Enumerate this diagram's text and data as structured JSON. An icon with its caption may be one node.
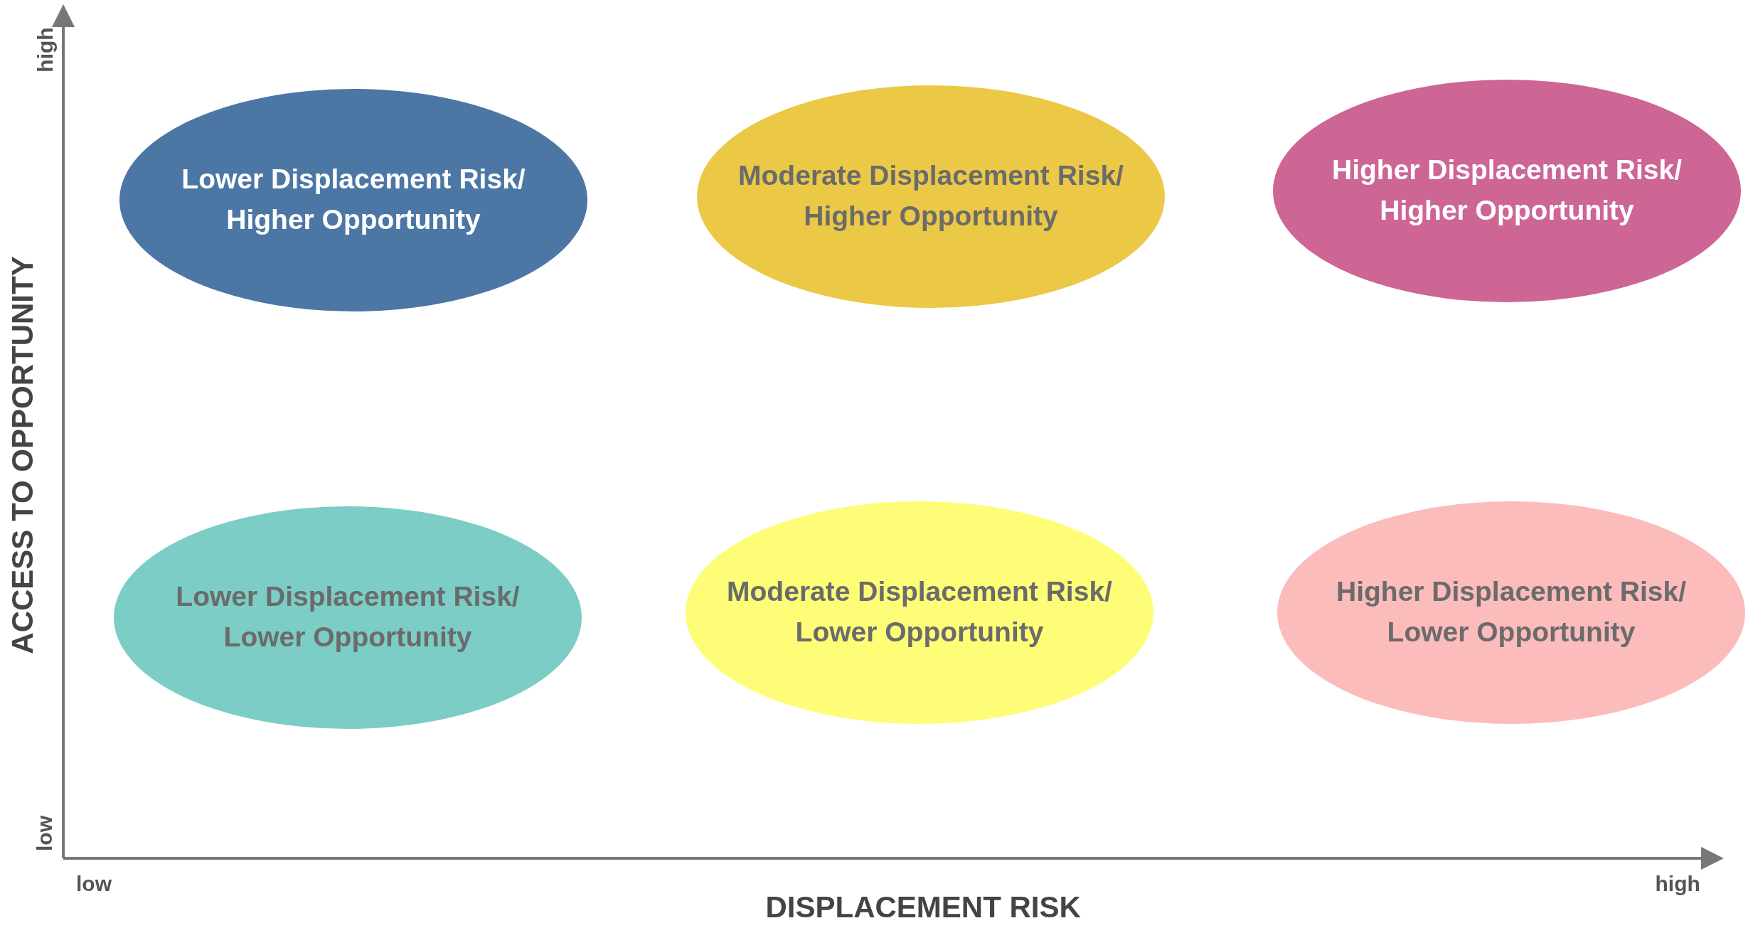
{
  "diagram": {
    "nodes": [
      {
        "text": [
          "Lower Displacement Risk/ Higher Opportunity"
        ]
      },
      {
        "text": [
          "Moderate Displacement Risk/ Higher Opportunity"
        ]
      },
      {
        "text": [
          "Higher Displacement Risk/ Higher Opportunity"
        ]
      },
      {
        "text": [
          "Lower Displacement Risk/ Lower Opportunity"
        ]
      },
      {
        "text": [
          "Moderate Displacement Risk/ Lower Opportunity"
        ]
      },
      {
        "text": [
          "Higher Displacement Risk/ Lower Opportunity"
        ]
      }
    ],
    "edges": [],
    "labels": [
      "high",
      "ACCESS TO OPPORTUNITY",
      "low",
      "low",
      "high",
      "DISPLACEMENT RISK"
    ]
  }
}
